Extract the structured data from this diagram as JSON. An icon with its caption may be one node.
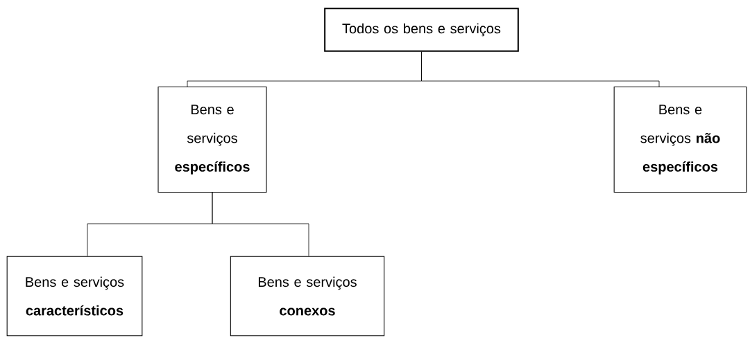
{
  "diagram": {
    "nodes": [
      {
        "text": [
          "Todos os bens e serviços"
        ]
      },
      {
        "text": [
          "Bens e serviços **específicos**"
        ]
      },
      {
        "text": [
          "Bens e serviços **não específicos**"
        ]
      },
      {
        "text": [
          "Bens e serviços **característicos**"
        ]
      },
      {
        "text": [
          "Bens e serviços **conexos**"
        ]
      }
    ],
    "edges": [
      {
        "from": 0,
        "to": 1,
        "arrow": "none"
      },
      {
        "from": 0,
        "to": 2,
        "arrow": "none"
      },
      {
        "from": 1,
        "to": 3,
        "arrow": "none"
      },
      {
        "from": 1,
        "to": 4,
        "arrow": "none"
      }
    ]
  }
}
